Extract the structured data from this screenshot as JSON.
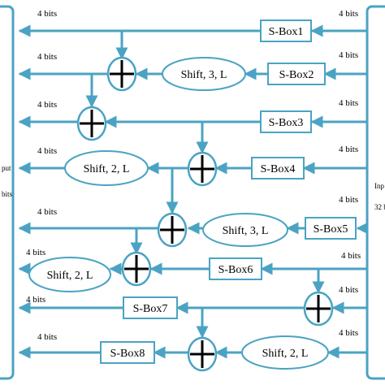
{
  "left_panel": {
    "label_top": "put",
    "label_bottom": "bits"
  },
  "right_panel": {
    "label_top": "Inp",
    "label_bottom": "32 b"
  },
  "bits_label": "4 bits",
  "sboxes": [
    "S-Box1",
    "S-Box2",
    "S-Box3",
    "S-Box4",
    "S-Box5",
    "S-Box6",
    "S-Box7",
    "S-Box8"
  ],
  "shifts": [
    "Shift, 3, L",
    "Shift, 2, L",
    "Shift, 3, L",
    "Shift, 2, L",
    "Shift, 2, L"
  ],
  "xor_symbol": "xor-circle-plus-icon",
  "colors": {
    "wire": "#4ba3c3",
    "outline": "#4ba3c3",
    "plus": "#000000"
  }
}
